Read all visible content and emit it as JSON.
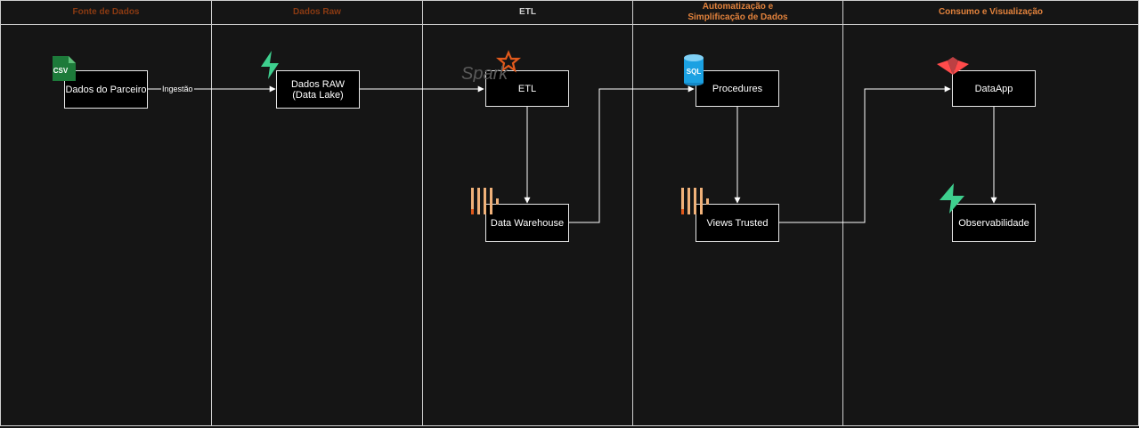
{
  "lanes": [
    {
      "title": "Fonte de Dados",
      "color": "#8a3a12"
    },
    {
      "title": "Dados Raw",
      "color": "#8a3a12"
    },
    {
      "title": "ETL",
      "color": "#cfcfcf"
    },
    {
      "title": "Automatização e\nSimplificação de Dados",
      "color": "#e2823c"
    },
    {
      "title": "Consumo e Visualização",
      "color": "#e2823c"
    }
  ],
  "nodes": {
    "parceiro": "Dados do Parceiro",
    "raw": "Dados RAW\n(Data Lake)",
    "etl": "ETL",
    "dw": "Data Warehouse",
    "procedures": "Procedures",
    "views": "Views Trusted",
    "dataapp": "DataApp",
    "observ": "Observabilidade"
  },
  "edges": {
    "ingestao": "Ingestão"
  },
  "icons": {
    "csv_label": "CSV",
    "spark_label": "Spark",
    "sql_label": "SQL",
    "csv_color": "#1d7a3a",
    "supabase_color": "#3ecf8e",
    "spark_color": "#e25a1c",
    "sql_color": "#1ba1e2",
    "clickhouse_color": "#f0b179",
    "streamlit_color": "#ff4b4b"
  }
}
